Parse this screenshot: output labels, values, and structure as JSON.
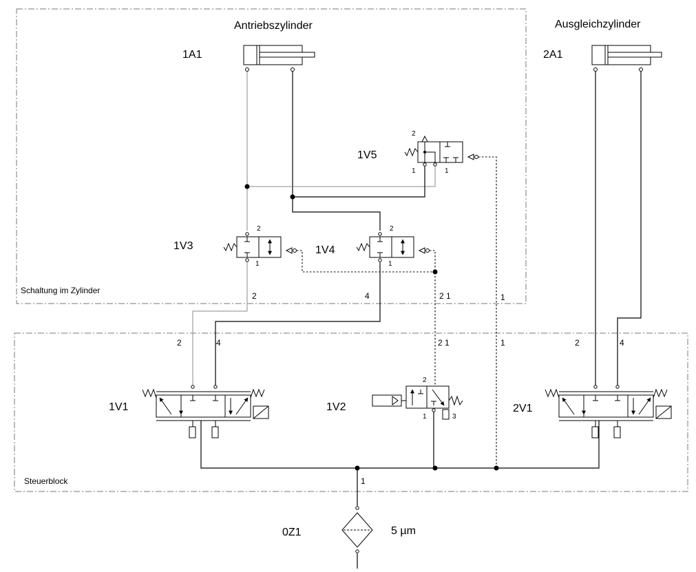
{
  "groups": {
    "zylinder_label": "Schaltung im Zylinder",
    "steuerblock_label": "Steuerblock"
  },
  "cylinders": {
    "drive_title": "Antriebszylinder",
    "drive_id": "1A1",
    "compensation_title": "Ausgleichzylinder",
    "compensation_id": "2A1"
  },
  "valves": {
    "v1": "1V1",
    "v2": "1V2",
    "v3": "1V3",
    "v4": "1V4",
    "v5": "1V5",
    "v21": "2V1"
  },
  "filter": {
    "id": "0Z1",
    "rating": "5 µm"
  },
  "ports": {
    "p1": "1",
    "p2": "2",
    "p3": "3",
    "p4": "4",
    "p21": "2 1"
  }
}
